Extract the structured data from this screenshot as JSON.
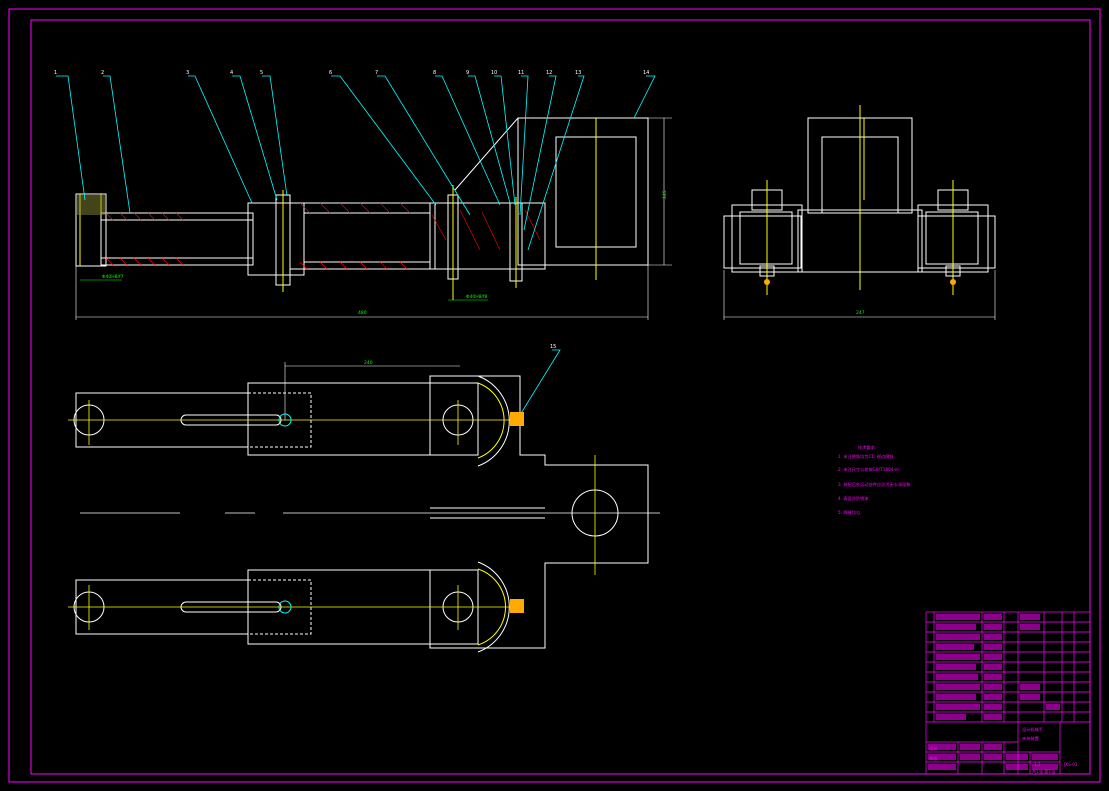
{
  "drawing": {
    "colors": {
      "background": "#000000",
      "frame": "#ff00ff",
      "outline": "#ffffff",
      "centerline": "#ffff00",
      "leader": "#00ffff",
      "text": "#ff00ff",
      "dimension": "#00ff00",
      "hatch": "#ffff00"
    },
    "part_numbers": [
      "1",
      "2",
      "3",
      "4",
      "5",
      "6",
      "7",
      "8",
      "9",
      "10",
      "11",
      "12",
      "13",
      "14"
    ],
    "detail_callout": "15",
    "dimensions": {
      "fit_left": "Φ40H8/f7",
      "fit_right": "Φ40H8/f8",
      "overall_length": "480",
      "height": "145",
      "side_width": "247",
      "pin_distance": "240"
    },
    "tech_requirements": {
      "title": "技术要求:",
      "items": [
        "1. 未注倒角均为C1, 锐边倒钝.",
        "2. 未注尺寸公差按GB/T1804-m.",
        "3. 装配后各运动部件应灵活无卡滞现象.",
        "4. 表面涂防锈漆.",
        "5. 焊缝均匀."
      ]
    },
    "title_block": {
      "title_line1": "设计机械手",
      "title_line2": "夹持装置",
      "drawing_no": "JXS-01",
      "scale": "1:1",
      "sheet": "共1张 第1张",
      "designer": "设计",
      "checker": "审核"
    }
  }
}
